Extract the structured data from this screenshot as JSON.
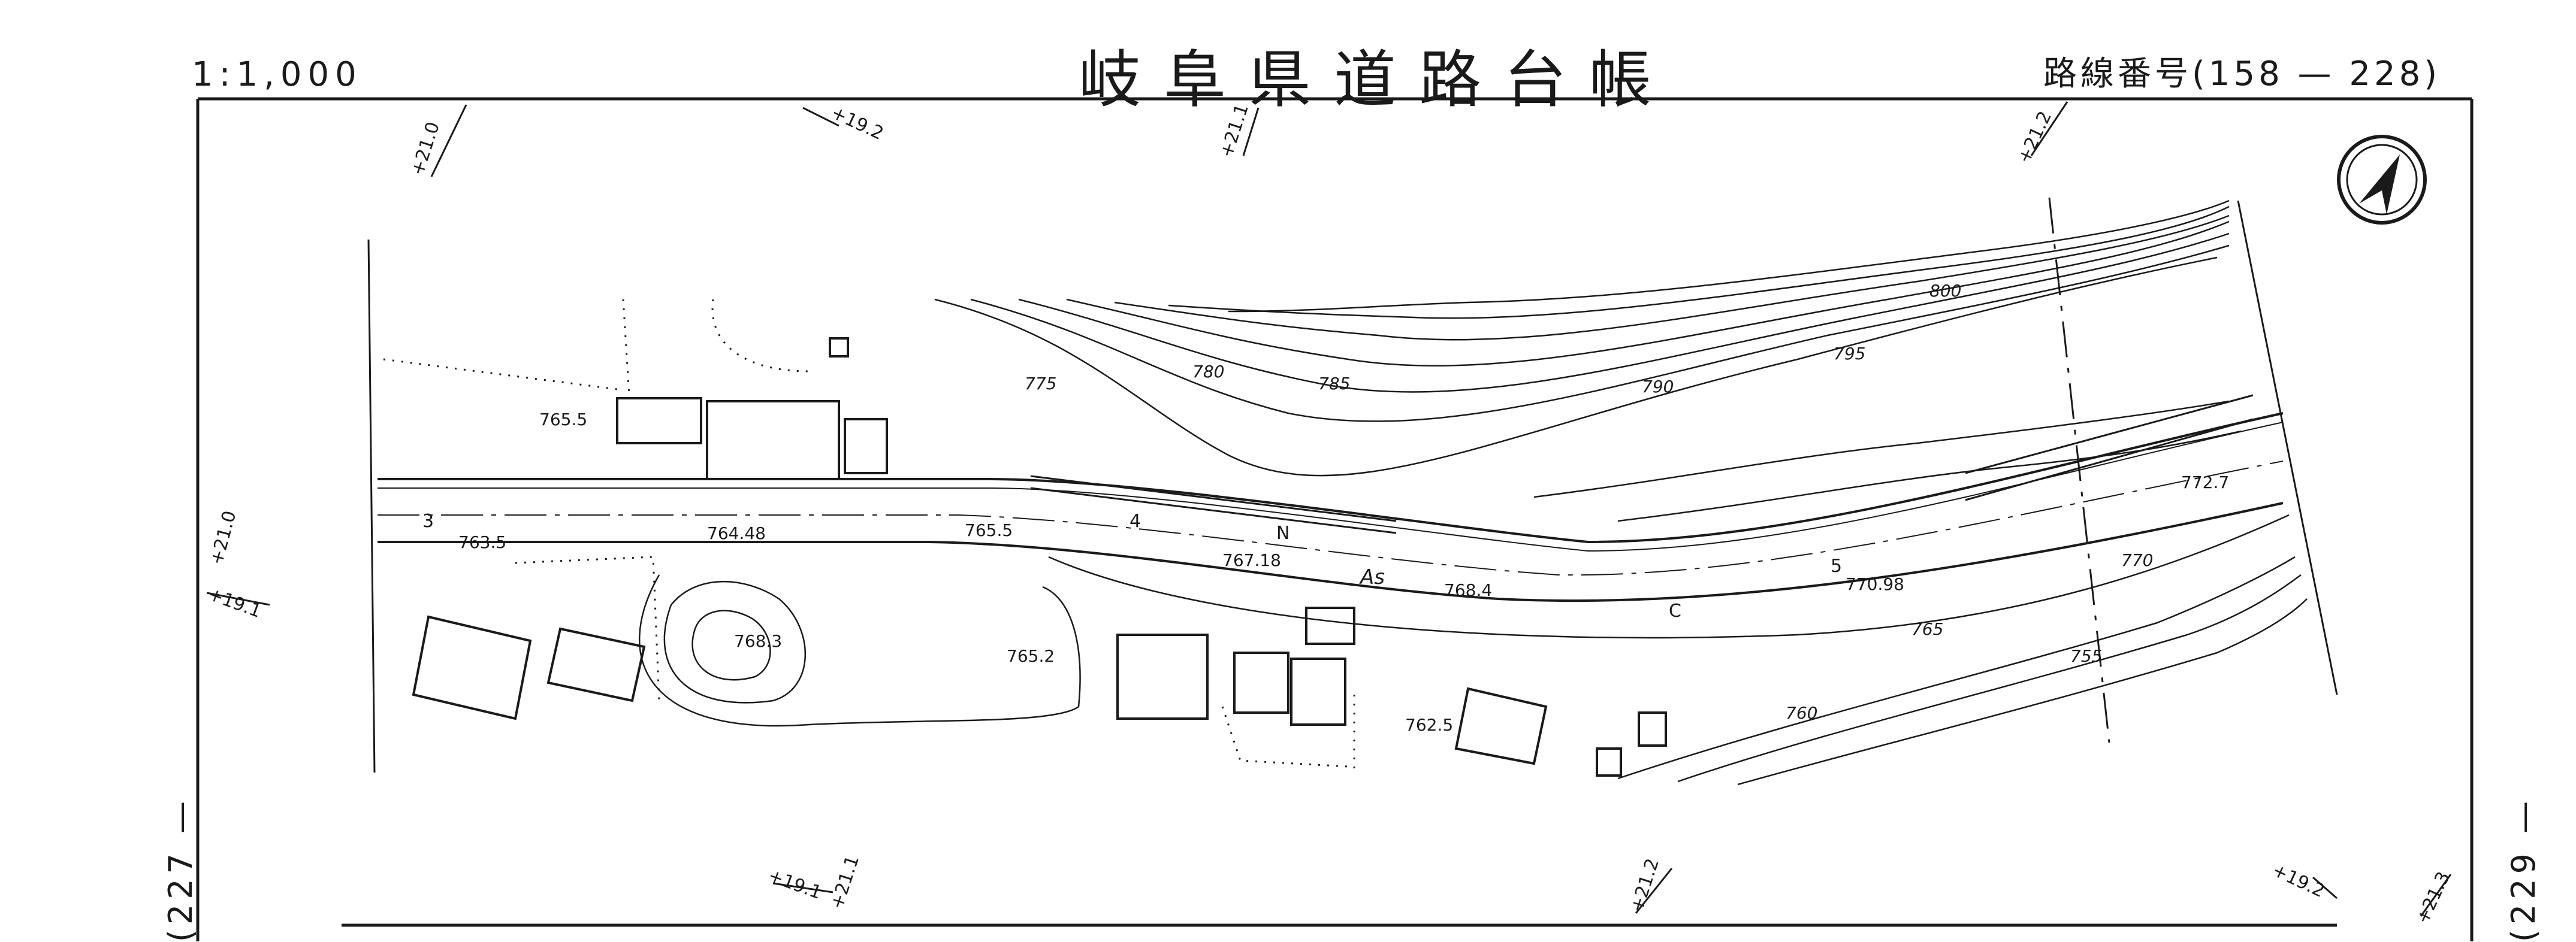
{
  "header": {
    "scale": "1:1,000",
    "title": "岐阜県道路台帳",
    "route_number": "路線番号(158 — 228)"
  },
  "sheet_refs": {
    "left": "(227 —",
    "right": "(229 —"
  },
  "stations": {
    "top": [
      "+21.0",
      "+19.2",
      "+21.1",
      "+21.2"
    ],
    "left": [
      "+21.0",
      "+19.1"
    ],
    "bottom": [
      "+19.1",
      "+21.1",
      "+21.2",
      "+19.2",
      "+21.3"
    ]
  },
  "contours": [
    "800",
    "795",
    "790",
    "785",
    "780",
    "775",
    "770",
    "765",
    "760",
    "755"
  ],
  "elevations": [
    "765.5",
    "763.5",
    "764.48",
    "765.5",
    "767.18",
    "768.4",
    "770.98",
    "772.7",
    "768.3",
    "765.2",
    "762.5"
  ],
  "road_marks": [
    "3",
    "4",
    "5",
    "As",
    "N",
    "C"
  ],
  "north_arrow": "north-arrow-icon"
}
